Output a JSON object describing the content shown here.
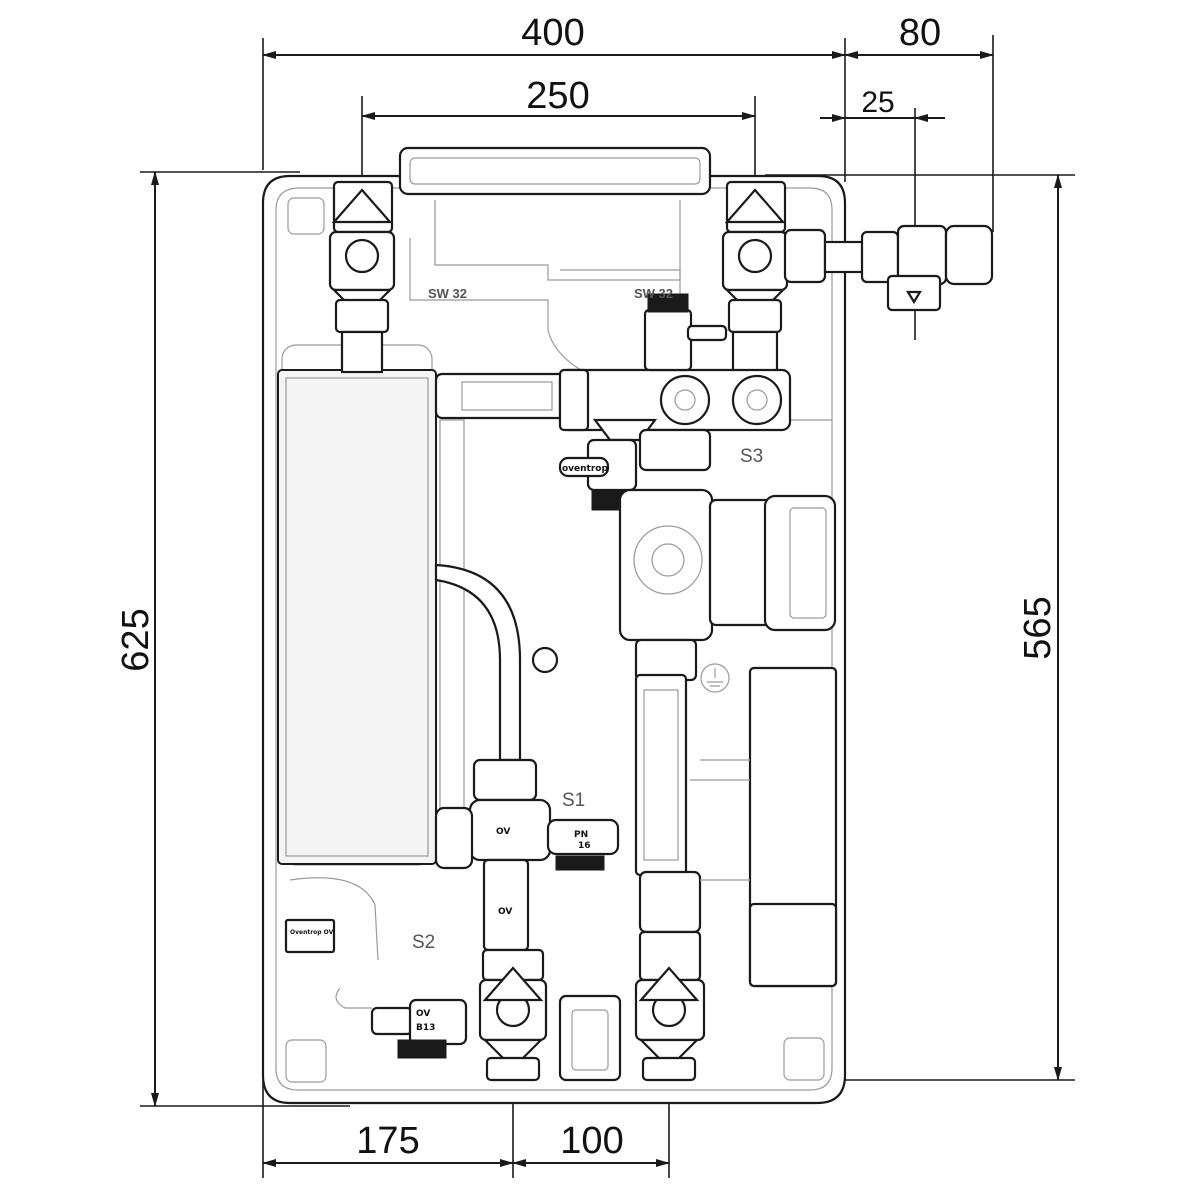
{
  "dimensions": {
    "top_overall": "400",
    "top_right": "80",
    "top_inner": "250",
    "top_small": "25",
    "left_height": "625",
    "right_height": "565",
    "bottom_left": "175",
    "bottom_right": "100"
  },
  "labels": {
    "sw_left": "SW 32",
    "sw_right": "SW 32",
    "s1": "S1",
    "s2": "S2",
    "s3": "S3",
    "brand": "oventrop",
    "valve_ov_top": "OV",
    "valve_ph": "PN",
    "valve_ph_num": "16",
    "valve_ov_left": "OV",
    "valve_ov_left_num": "B13",
    "ov_lower": "OV",
    "sticker": "Oventrop OV"
  }
}
